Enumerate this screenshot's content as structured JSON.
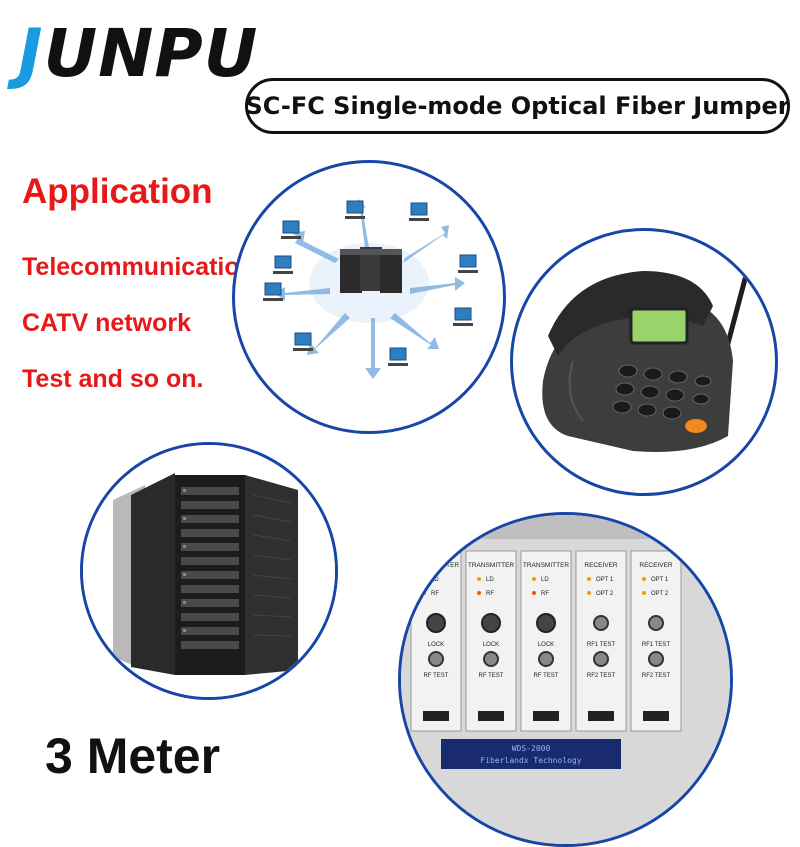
{
  "brand": {
    "first_letter": "J",
    "rest": "UNPU"
  },
  "product_title": "SC-FC Single-mode Optical Fiber Jumper",
  "application": {
    "heading": "Application",
    "items": [
      "Telecommunication",
      "CATV network",
      "Test and so on."
    ]
  },
  "length_label": "3 Meter",
  "images": [
    "network-diagram",
    "desk-telephone",
    "server-rack",
    "optical-transmitter-modules"
  ],
  "equipment": {
    "modules": [
      {
        "title": "TRANSMITTER",
        "l1": "LD",
        "l2": "RF",
        "l3": "LOCK",
        "l4": "RF TEST"
      },
      {
        "title": "TRANSMITTER",
        "l1": "LD",
        "l2": "RF",
        "l3": "LOCK",
        "l4": "RF TEST"
      },
      {
        "title": "TRANSMITTER",
        "l1": "LD",
        "l2": "RF",
        "l3": "LOCK",
        "l4": "RF TEST"
      },
      {
        "title": "RECEIVER",
        "l1": "OPT 1",
        "l2": "OPT 2",
        "l3": "RF1 TEST",
        "l4": "RF2 TEST"
      },
      {
        "title": "RECEIVER",
        "l1": "OPT 1",
        "l2": "OPT 2",
        "l3": "RF1 TEST",
        "l4": "RF2 TEST"
      }
    ],
    "display_line1": "WDS-2000",
    "display_line2": "Fiberlandx Technology"
  },
  "colors": {
    "brand_blue": "#1a9be0",
    "accent_red": "#e81818",
    "circle_border": "#1646a8"
  }
}
